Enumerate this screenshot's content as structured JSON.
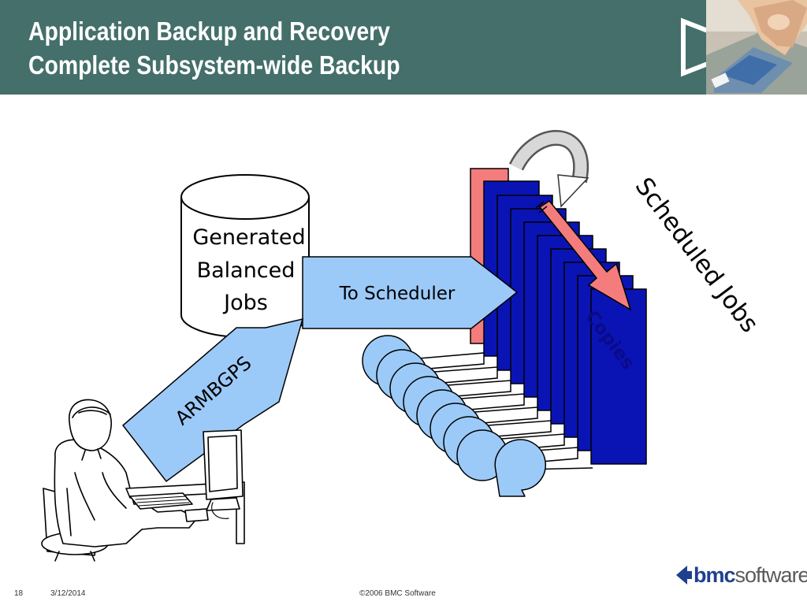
{
  "header": {
    "title_line1": "Application Backup and Recovery",
    "title_line2": "Complete Subsystem-wide Backup"
  },
  "diagram": {
    "cylinder_label_line1": "Generated",
    "cylinder_label_line2": "Balanced",
    "cylinder_label_line3": "Jobs",
    "scheduler_arrow_label": "To Scheduler",
    "input_arrow_label": "ARMBGPS",
    "scheduled_jobs_label": "Scheduled Jobs",
    "copies_label": "Copies"
  },
  "footer": {
    "page_number": "18",
    "date": "3/12/2014",
    "copyright": "©2006 BMC Software",
    "logo_bold": "bmc",
    "logo_light": "software"
  },
  "colors": {
    "header_bg": "#446f6a",
    "job_blue": "#0a14b4",
    "arrow_light_blue": "#9ccaf8",
    "salmon": "#f47c7c"
  }
}
